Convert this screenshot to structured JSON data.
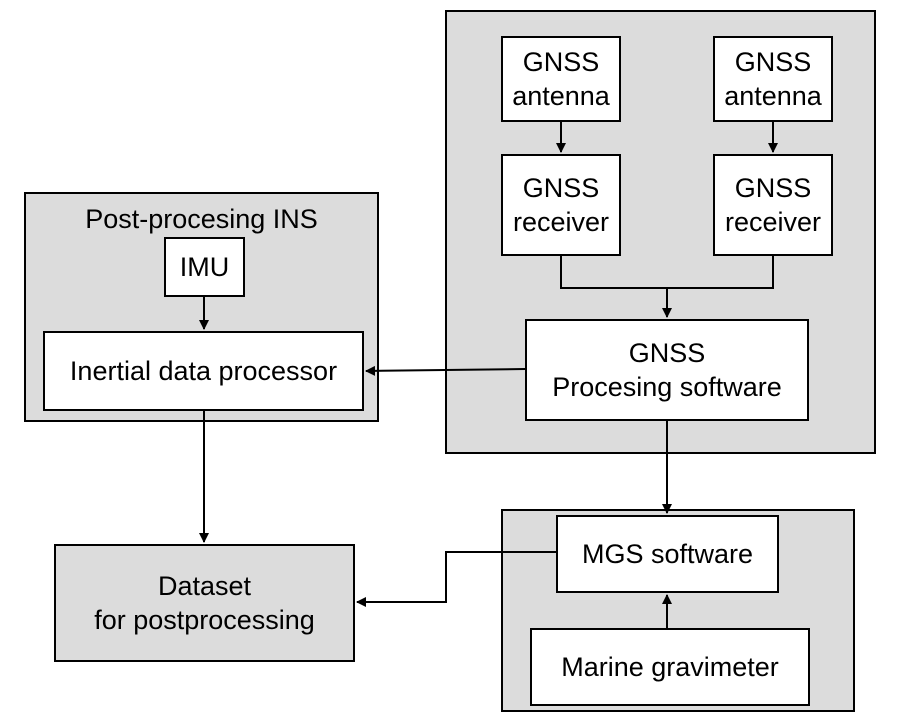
{
  "ins_group": {
    "title": "Post-procesing INS",
    "imu": "IMU",
    "processor": "Inertial data processor"
  },
  "gnss_group": {
    "antenna_left": [
      "GNSS",
      "antenna"
    ],
    "antenna_right": [
      "GNSS",
      "antenna"
    ],
    "receiver_left": [
      "GNSS",
      "receiver"
    ],
    "receiver_right": [
      "GNSS",
      "receiver"
    ],
    "software": [
      "GNSS",
      "Procesing software"
    ]
  },
  "mgs_group": {
    "software": "MGS software",
    "gravimeter": "Marine gravimeter"
  },
  "dataset": [
    "Dataset",
    "for postprocessing"
  ]
}
